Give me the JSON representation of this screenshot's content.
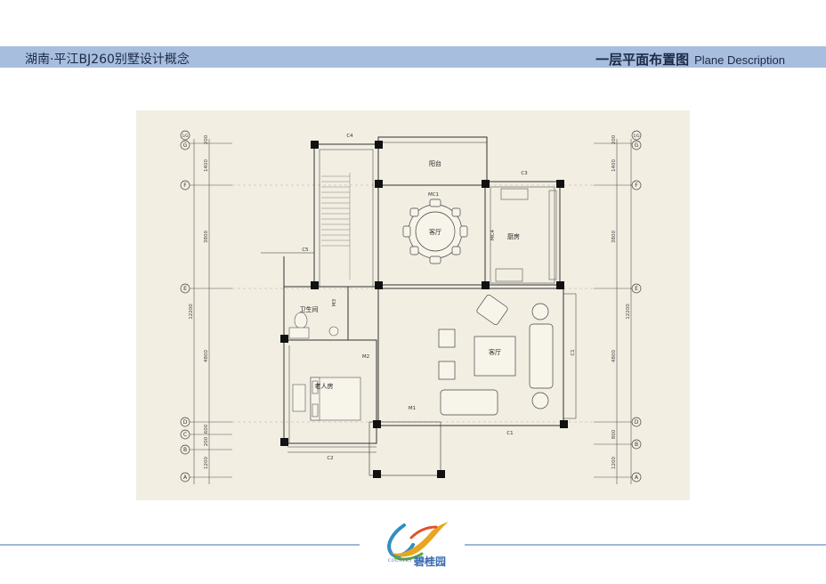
{
  "header": {
    "project_title": "湖南·平江BJ260别墅设计概念",
    "plan_title_zh": "一层平面布置图",
    "plan_title_en": "Plane Description"
  },
  "plan": {
    "rooms": {
      "balcony": "阳台",
      "dining": "客厅",
      "kitchen": "厨房",
      "bathroom": "卫生间",
      "living": "客厅",
      "elder_room": "老人房"
    },
    "openings": {
      "c4": "C4",
      "c3": "C3",
      "c5": "C5",
      "mc1": "MC1",
      "mc4": "MC4",
      "m3": "M3",
      "m2": "M2",
      "m1": "M1",
      "c1_right": "C1",
      "c1_bottom": "C1",
      "c2": "C2"
    },
    "axes_left": {
      "top": "1/G",
      "g": "G",
      "f": "F",
      "e": "E",
      "d": "D",
      "c": "C",
      "b": "B",
      "a": "A"
    },
    "axes_right": {
      "top": "1/G",
      "g": "G",
      "f": "F",
      "e": "E",
      "d": "D",
      "b": "B",
      "a": "A"
    },
    "dims_left": {
      "d1": "200",
      "d2": "1400",
      "d3": "3800",
      "d4": "4800",
      "d5": "600",
      "d6": "200",
      "d7": "1200",
      "total": "12200"
    },
    "dims_right": {
      "d1": "200",
      "d2": "1400",
      "d3": "3800",
      "d4": "4800",
      "d5": "800",
      "d6": "1200",
      "total": "12200"
    }
  },
  "footer": {
    "logo_en": "COUNTRY GARDEN",
    "logo_zh": "碧桂园"
  }
}
